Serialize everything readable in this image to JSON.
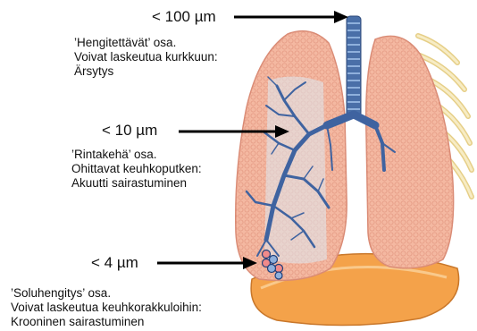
{
  "labels": [
    {
      "size": "< 100 µm",
      "lines": [
        "’Hengitettävät’ osa.",
        "Voivat laskeutua kurkkuun:",
        "Ärsytys"
      ]
    },
    {
      "size": "< 10 µm",
      "lines": [
        "’Rintakehä’ osa.",
        "Ohittavat keuhkoputken:",
        "Akuutti sairastuminen"
      ]
    },
    {
      "size": "< 4 µm",
      "lines": [
        "’Soluhengitys’ osa.",
        "Voivat laskeutua keuhkorakkuloihin:",
        "Krooninen sairastuminen"
      ]
    }
  ],
  "colors": {
    "lung": "#f4b8a1",
    "lung_edge": "#d98a74",
    "airway": "#4a6fa8",
    "airway_dark": "#2e4a7a",
    "diaphragm": "#f4a24a",
    "rib": "#f2e2a8",
    "arrow": "#000000"
  }
}
